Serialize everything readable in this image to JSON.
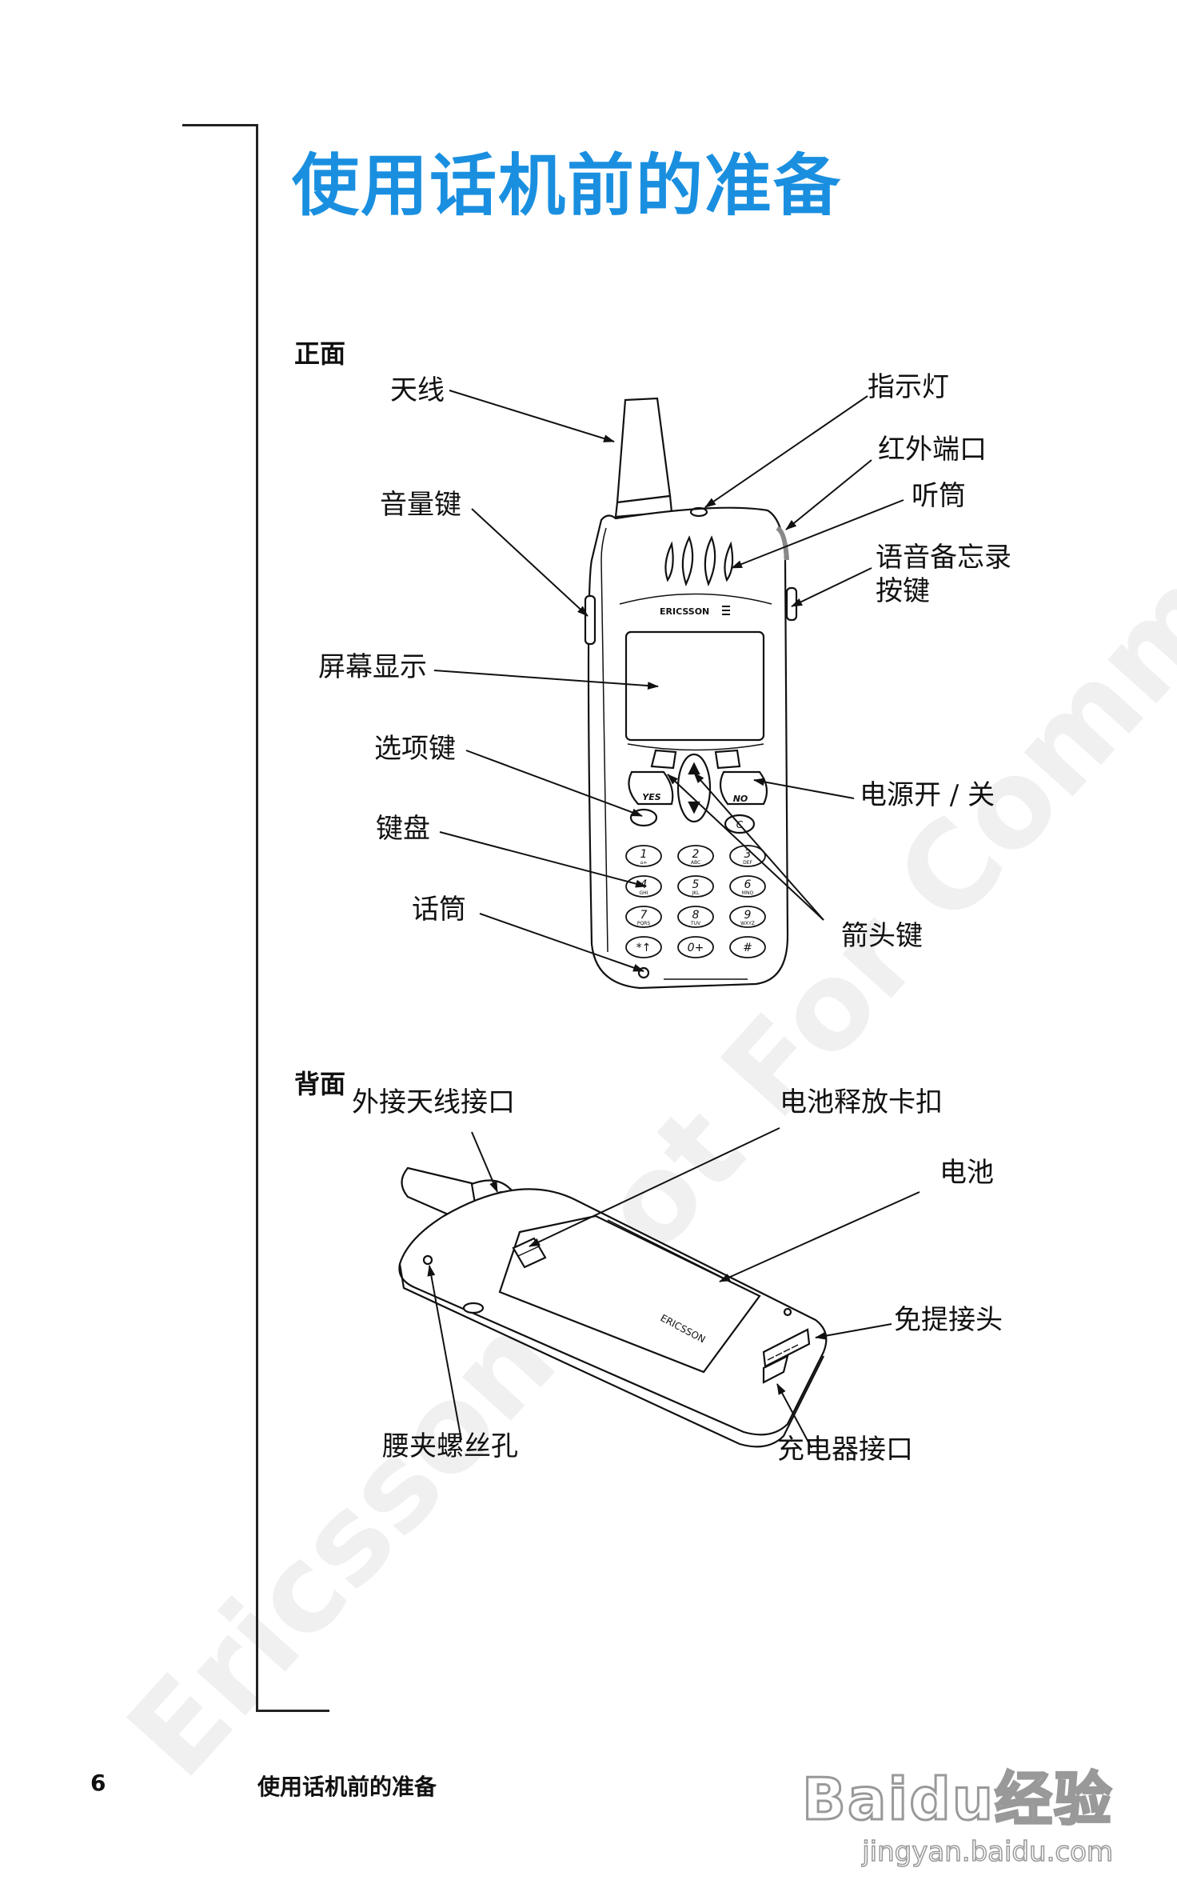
{
  "page": {
    "title": "使用话机前的准备",
    "page_number": "6",
    "footer_title": "使用话机前的准备"
  },
  "front": {
    "heading": "正面",
    "labels": {
      "antenna": "天线",
      "indicator": "指示灯",
      "infrared": "红外端口",
      "earpiece": "听筒",
      "volume": "音量键",
      "voice_memo_1": "语音备忘录",
      "voice_memo_2": "按键",
      "display": "屏幕显示",
      "option_key": "选项键",
      "power": "电源开 / 关",
      "keypad": "键盘",
      "microphone": "话筒",
      "arrow_keys": "箭头键"
    },
    "phone_brand": "ERICSSON",
    "soft_keys": {
      "yes": "YES",
      "no": "NO",
      "clear": "C"
    },
    "keys": [
      {
        "num": "1",
        "sub": "⌂∞"
      },
      {
        "num": "2",
        "sub": "ABC"
      },
      {
        "num": "3",
        "sub": "DEF"
      },
      {
        "num": "4",
        "sub": "GHI"
      },
      {
        "num": "5",
        "sub": "JKL"
      },
      {
        "num": "6",
        "sub": "MNO"
      },
      {
        "num": "7",
        "sub": "PQRS"
      },
      {
        "num": "8",
        "sub": "TUV"
      },
      {
        "num": "9",
        "sub": "WXYZ"
      },
      {
        "num": "*↑",
        "sub": ""
      },
      {
        "num": "0+",
        "sub": ""
      },
      {
        "num": "#",
        "sub": ""
      }
    ]
  },
  "back": {
    "heading": "背面",
    "labels": {
      "ext_antenna": "外接天线接口",
      "battery_release": "电池释放卡扣",
      "battery": "电池",
      "handsfree": "免提接头",
      "belt_clip": "腰夹螺丝孔",
      "charger": "充电器接口"
    },
    "battery_brand": "ERICSSON"
  },
  "watermark": {
    "text": "Ericsson Not For Commercial Use s AB"
  },
  "logo": {
    "main": "Baidu经验",
    "sub": "jingyan.baidu.com"
  }
}
